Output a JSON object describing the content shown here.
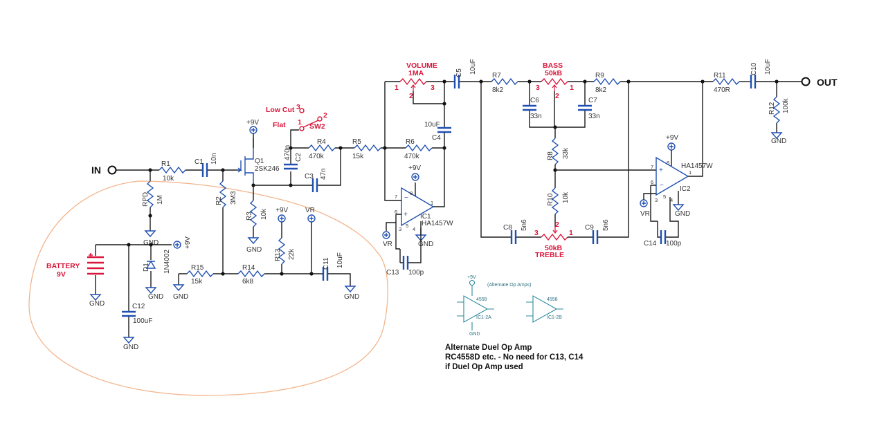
{
  "io": {
    "in_label": "IN",
    "out_label": "OUT"
  },
  "parts": {
    "R1": {
      "ref": "R1",
      "val": "10k"
    },
    "RPD": {
      "ref": "RPD",
      "val": "1M"
    },
    "C1": {
      "ref": "C1",
      "val": "10n"
    },
    "Q1": {
      "ref": "Q1",
      "val": "2SK246"
    },
    "R2": {
      "ref": "R2",
      "val": "3M3"
    },
    "R3": {
      "ref": "R3",
      "val": "10k"
    },
    "C2": {
      "ref": "C2",
      "val": "470n"
    },
    "C3": {
      "ref": "C3",
      "val": "47n"
    },
    "R4": {
      "ref": "R4",
      "val": "470k"
    },
    "R5": {
      "ref": "R5",
      "val": "15k"
    },
    "R6": {
      "ref": "R6",
      "val": "470k"
    },
    "C4": {
      "ref": "C4",
      "val": "10uF"
    },
    "C5": {
      "ref": "C5",
      "val": "10uF"
    },
    "IC1": {
      "ref": "IC1",
      "val": "HA1457W"
    },
    "C13": {
      "ref": "C13",
      "val": "100p"
    },
    "R7": {
      "ref": "R7",
      "val": "8k2"
    },
    "R9": {
      "ref": "R9",
      "val": "8k2"
    },
    "C6": {
      "ref": "C6",
      "val": "33n"
    },
    "C7": {
      "ref": "C7",
      "val": "33n"
    },
    "R8": {
      "ref": "R8",
      "val": "33k"
    },
    "R10": {
      "ref": "R10",
      "val": "10k"
    },
    "C8": {
      "ref": "C8",
      "val": "5n6"
    },
    "C9": {
      "ref": "C9",
      "val": "5n6"
    },
    "IC2": {
      "ref": "IC2",
      "val": "HA1457W"
    },
    "C14": {
      "ref": "C14",
      "val": "100p"
    },
    "R11": {
      "ref": "R11",
      "val": "470R"
    },
    "C10": {
      "ref": "C10",
      "val": "10uF"
    },
    "R12": {
      "ref": "R12",
      "val": "100k"
    },
    "D1": {
      "ref": "D1",
      "val": "1N4002"
    },
    "C12": {
      "ref": "C12",
      "val": "100uF"
    },
    "R15": {
      "ref": "R15",
      "val": "15k"
    },
    "R14": {
      "ref": "R14",
      "val": "6k8"
    },
    "R13": {
      "ref": "R13",
      "val": "22k"
    },
    "C11": {
      "ref": "C11",
      "val": "10uF"
    }
  },
  "controls": {
    "volume": {
      "name": "VOLUME",
      "val": "1MA"
    },
    "bass": {
      "name": "BASS",
      "val": "50kB"
    },
    "treble": {
      "name": "TREBLE",
      "val": "50kB"
    },
    "switch": {
      "ref": "SW2",
      "low_cut": "Low Cut",
      "flat": "Flat"
    },
    "battery": {
      "name": "BATTERY",
      "val": "9V"
    }
  },
  "pins": {
    "one": "1",
    "two": "2",
    "three": "3",
    "four": "4",
    "five": "5",
    "six": "6",
    "seven": "7",
    "eight": "8"
  },
  "nets": {
    "v9": "+9V",
    "vr": "VR",
    "gnd": "GND"
  },
  "alt": {
    "title": "(Alternate Op Amps)",
    "chip": "4558",
    "a": "IC1-2A",
    "b": "IC1-2B",
    "v9": "+9V",
    "gnd": "GND"
  },
  "note": {
    "line1": "Alternate Duel Op Amp",
    "line2": "RC4558D etc. - No need for C13, C14",
    "line3": "if Duel Op Amp used"
  },
  "colors": {
    "wire": "#1a1a1a",
    "component": "#1f4fb0",
    "control": "#d9163b",
    "outline": "#f2b58c",
    "alt": "#2a8a9e"
  }
}
